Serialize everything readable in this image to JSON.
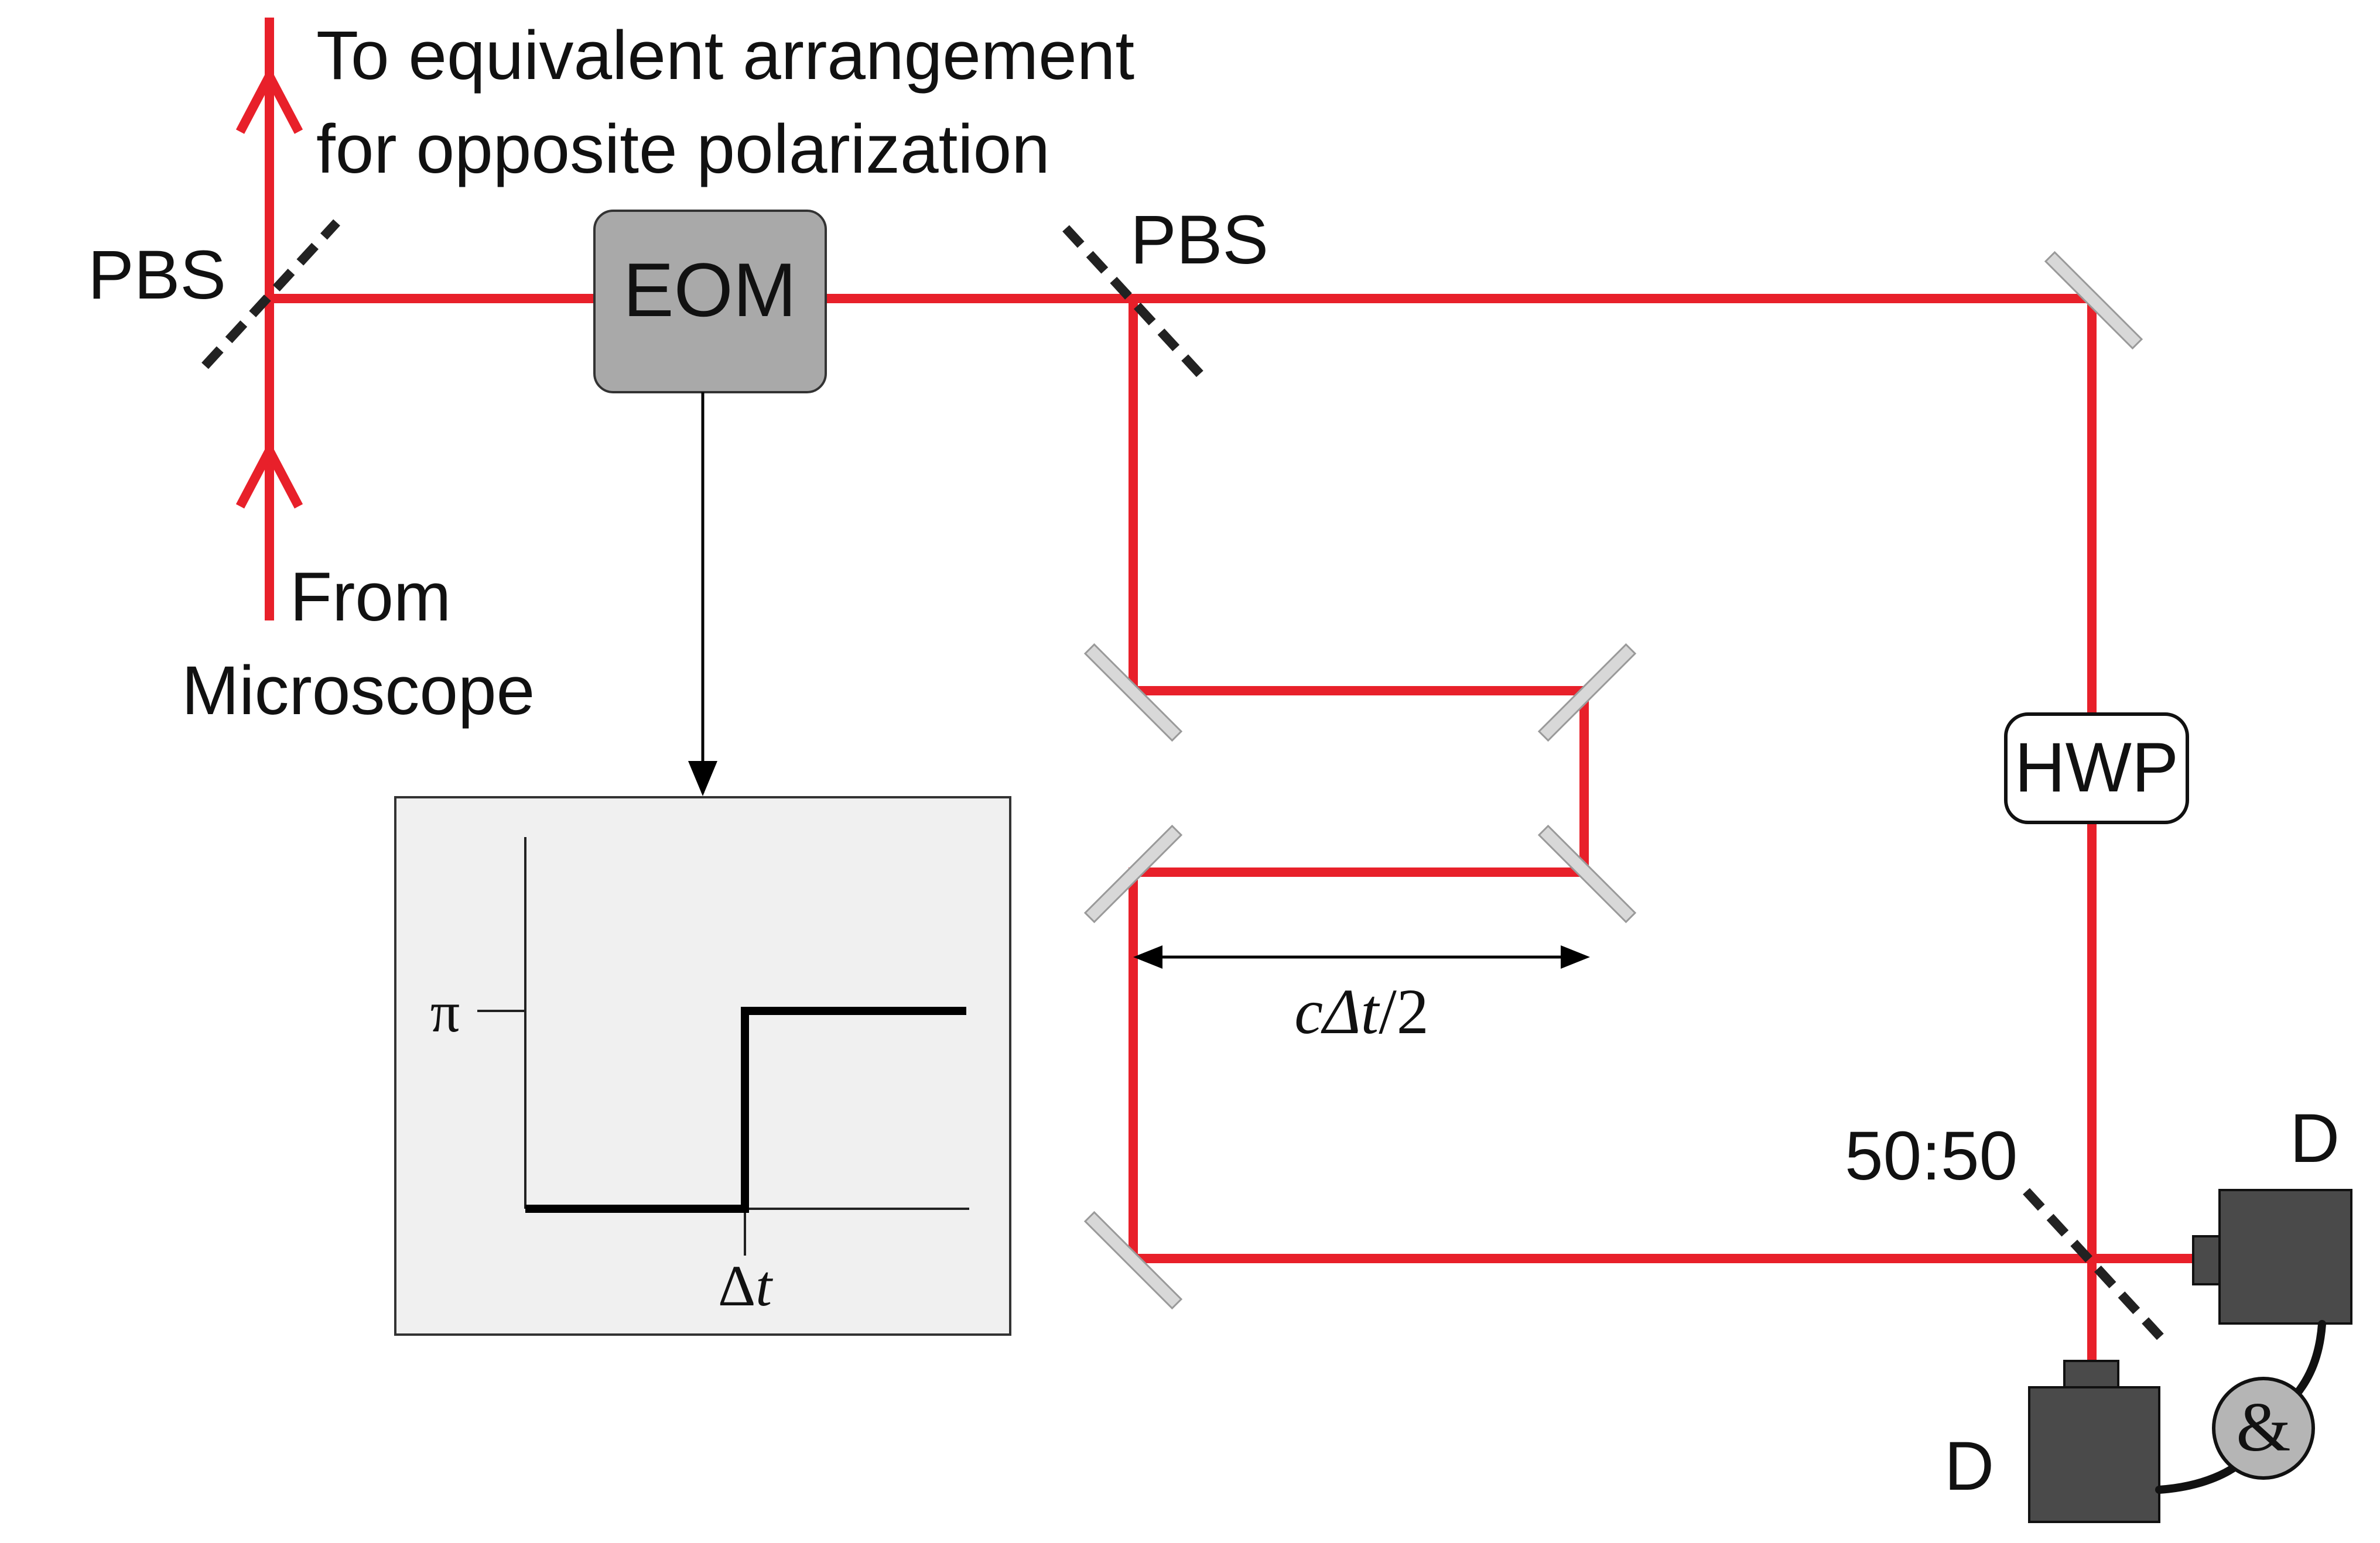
{
  "labels": {
    "output_line1": "To equivalent arrangement",
    "output_line2": "for opposite polarization",
    "pbs_left": "PBS",
    "pbs_right": "PBS",
    "eom": "EOM",
    "from_line1": "From",
    "from_line2": "Microscope",
    "hwp": "HWP",
    "beamsplitter": "50:50",
    "detector_right": "D",
    "detector_bottom": "D",
    "coincidence": "&",
    "delay_c": "c",
    "delay_delta_t": "Δt",
    "delay_half": "/2"
  },
  "inset_plot": {
    "y_tick": "π",
    "x_tick_delta": "Δ",
    "x_tick_t": "t"
  },
  "colors": {
    "beam": "#e8202a",
    "mirror_fill": "#d8d8d8",
    "eom_fill": "#a9a9a9",
    "detector_fill": "#4a4a4a",
    "coincidence_fill": "#b5b5b5",
    "inset_fill": "#f0f0f0"
  }
}
